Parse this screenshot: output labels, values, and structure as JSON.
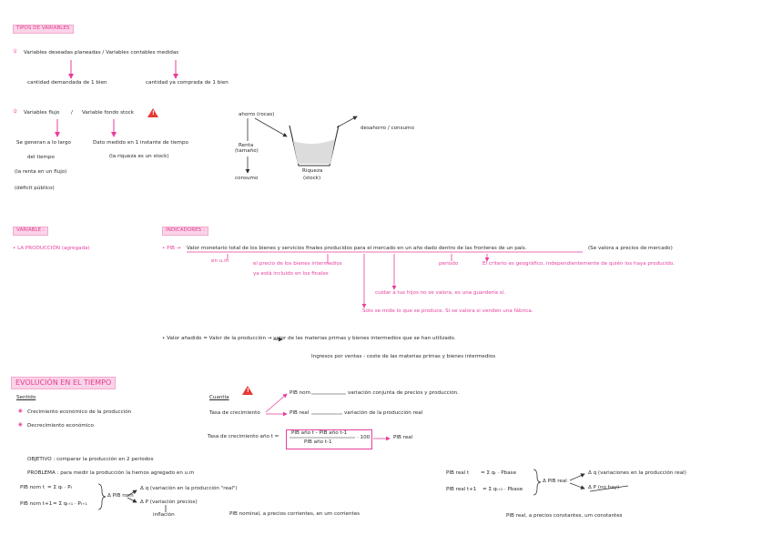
{
  "headings": {
    "tipos": "TIPOS DE VARIABLES",
    "variable": "VARIABLE :",
    "indicadores": "INDICADORES :",
    "evolucion": "EVOLUCIÓN EN EL TIEMPO"
  },
  "tipos": {
    "n1": "①",
    "line1": "Variables deseadas planeadas / Variables contables medidas",
    "desc1a": "cantidad demandada de 1 bien",
    "desc1b": "cantidad ya comprada de 1 bien",
    "n2": "②",
    "line2a": "Variables flujo",
    "line2sep": "/",
    "line2b": "Variable fondo stock",
    "flujo1": "Se generan a lo largo",
    "flujo2": "del tiempo",
    "flujo3": "(la renta en un flujo)",
    "flujo4": "(déficit público)",
    "stock1": "Dato medido en 1 instante de tiempo",
    "stock2": "(la riqueza es un stock)"
  },
  "diagram": {
    "ahorro": "ahorro (rocas)",
    "renta1": "Renta",
    "renta2": "(tamaño)",
    "consumo": "consumo",
    "riqueza1": "Riqueza",
    "riqueza2": "(stock)",
    "desahorro": "desahorro / consumo"
  },
  "variable": {
    "item": "• LA PRODUCCIÓN (agregada)"
  },
  "indicadores": {
    "pib_label": "• PIB →",
    "pib_def": "Valor monetario total de los bienes y servicios finales producidos para el mercado en un año dado dentro de las fronteras de un país.",
    "pib_note": "(Se valora a precios de mercado)",
    "en_um": "en u.m",
    "intermedios1": "el precio de los bienes intermedios",
    "intermedios2": "ya está incluido en los finales",
    "periodo": "periodo",
    "geografico": "El criterio es geográfico, independientemente de quién los haya producido.",
    "hijos": "cuidar a tus hijos no se valora, es una guardería sí.",
    "nuevo": "Solo se mide lo que se produce. Si se valora si venden una fábrica.",
    "vab": "• Valor añadido = Valor de la producción → valor de las materias primas y bienes intermedios que se han utilizado.",
    "ingresos": "Ingresos por ventas - coste de las materias primas y bienes intermedios"
  },
  "evolucion": {
    "sentido": "Sentido",
    "crec": "Crecimiento económico de la producción",
    "decrec": "Decrecimiento económico",
    "cuantia": "Cuantía",
    "tasa": "Tasa de crecimiento",
    "pibnom": "PIB nom",
    "pibnom_desc": "variación conjunta de precios y producción.",
    "pibreal": "PIB real",
    "pibreal_desc": "variación de la producción real",
    "tasa_ano": "Tasa de crecimiento año t =",
    "frac_num": "PIB año t - PIB año t-1",
    "frac_den": "PIB año t-1",
    "frac_mult": "· 100",
    "frac_arrow": "PIB real",
    "objetivo": "OBJETIVO : comparar la producción en 2 periodos",
    "problema": "PROBLEMA : para medir la producción la hemos agregado en u.m",
    "pibnom_t": "PIB nom t",
    "pibnom_t_eq": "= Σ qₜ · Pₜ",
    "pibnom_t1": "PIB nom t+1",
    "pibnom_t1_eq": "= Σ qₜ₊₁ · Pₜ₊₁",
    "delta_pibnom": "Δ PIB nom",
    "dq": "Δ q (variación en la producción \"real\")",
    "dp": "Δ P (variación precios)",
    "inflacion": "inflación",
    "nominal_note": "PIB nominal, a precios corrientes, en um corrientes",
    "pibreal_t": "PIB real t",
    "pibreal_t_eq": "= Σ qₜ · Pbase",
    "pibreal_t1": "PIB real t+1",
    "pibreal_t1_eq": "= Σ qₜ₊₁ · Pbase",
    "delta_pibreal": "Δ PIB real",
    "dq_real": "Δ q (variaciones en la producción real)",
    "dp_real": "Δ P (no hay)",
    "real_note": "PIB real, a precios constantes, um constantes"
  }
}
